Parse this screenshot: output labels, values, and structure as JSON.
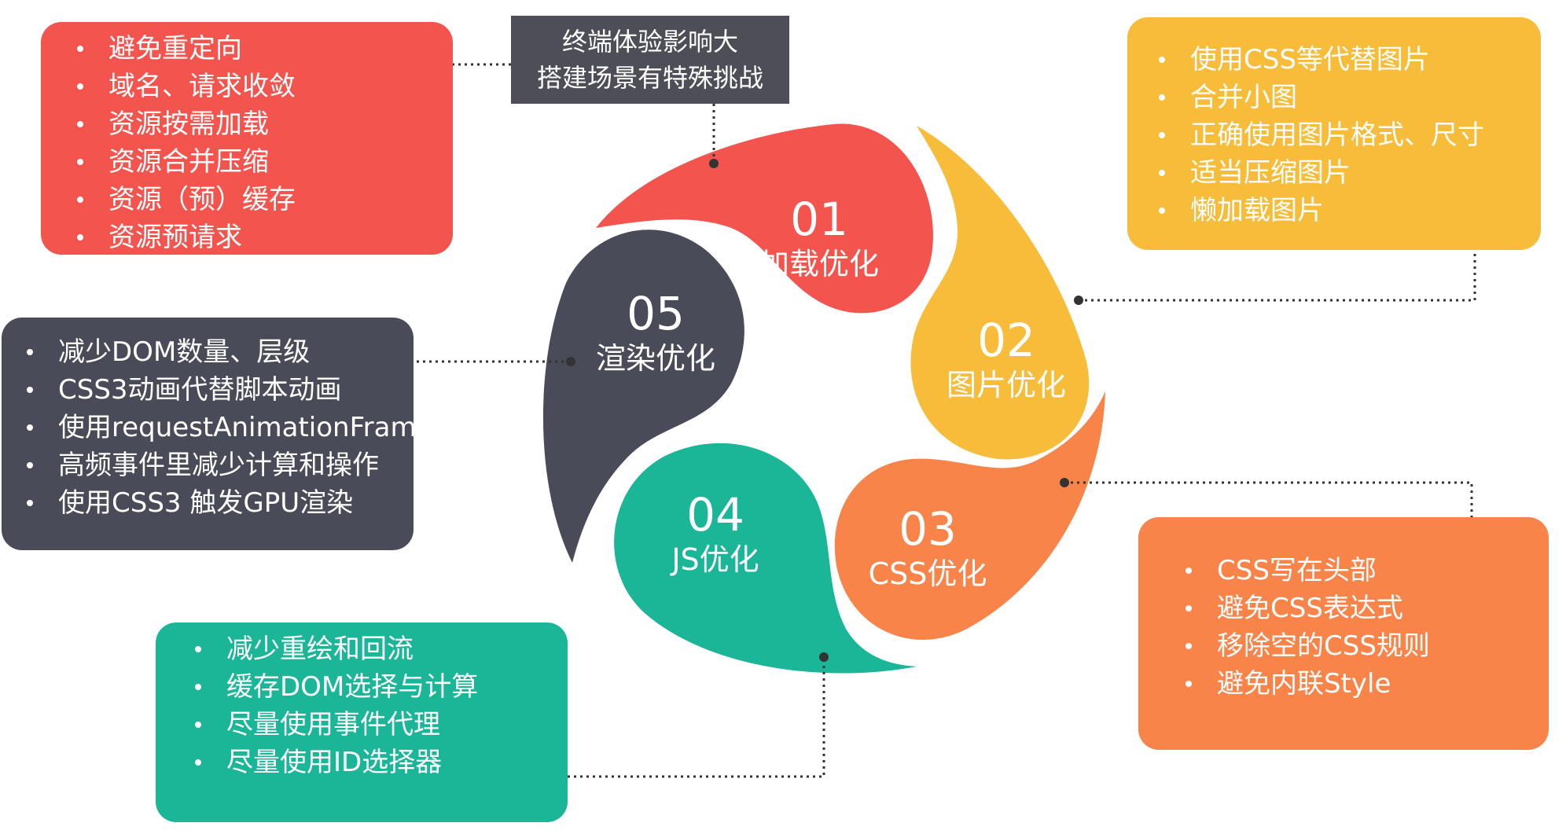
{
  "note": {
    "lines": [
      "终端体验影响大",
      "搭建场景有特殊挑战"
    ]
  },
  "colors": {
    "loading": "#f3554e",
    "image": "#f7bc39",
    "css": "#f8844a",
    "js": "#1bb598",
    "render": "#4a4b59",
    "note": "#4d4e57",
    "connector": "#333333"
  },
  "segments": [
    {
      "id": "01",
      "number": "01",
      "title": "加载优化",
      "items": [
        "避免重定向",
        "域名、请求收敛",
        "资源按需加载",
        "资源合并压缩",
        "资源（预）缓存",
        "资源预请求"
      ]
    },
    {
      "id": "02",
      "number": "02",
      "title": "图片优化",
      "items": [
        "使用CSS等代替图片",
        "合并小图",
        "正确使用图片格式、尺寸",
        "适当压缩图片",
        "懒加载图片"
      ]
    },
    {
      "id": "03",
      "number": "03",
      "title": "CSS优化",
      "items": [
        "CSS写在头部",
        "避免CSS表达式",
        "移除空的CSS规则",
        "避免内联Style"
      ]
    },
    {
      "id": "04",
      "number": "04",
      "title": "JS优化",
      "items": [
        "减少重绘和回流",
        "缓存DOM选择与计算",
        "尽量使用事件代理",
        "尽量使用ID选择器"
      ]
    },
    {
      "id": "05",
      "number": "05",
      "title": "渲染优化",
      "items": [
        "减少DOM数量、层级",
        "CSS3动画代替脚本动画",
        "使用requestAnimationFrame",
        "高频事件里减少计算和操作",
        "使用CSS3 触发GPU渲染"
      ]
    }
  ]
}
